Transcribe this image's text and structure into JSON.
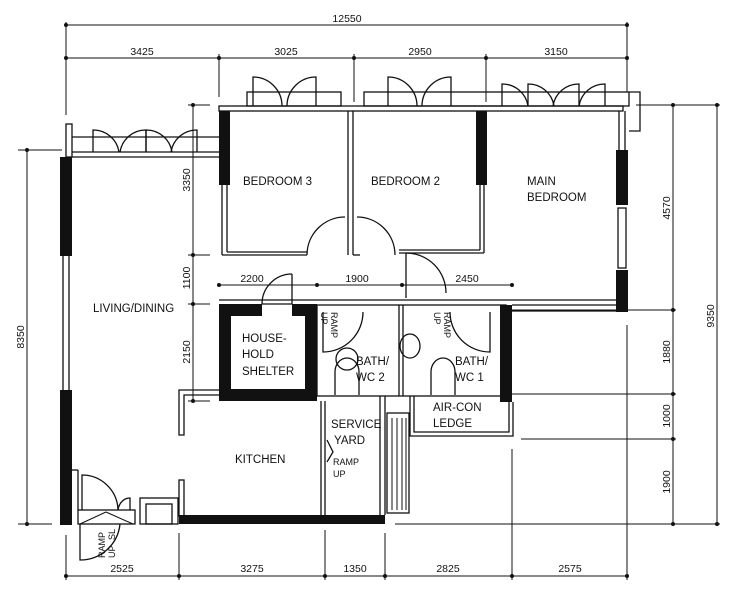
{
  "rooms": {
    "living_dining": "LIVING/DINING",
    "bedroom3": "BEDROOM 3",
    "bedroom2": "BEDROOM 2",
    "main_bedroom": [
      "MAIN",
      "BEDROOM"
    ],
    "household_shelter": [
      "HOUSE-",
      "HOLD",
      "SHELTER"
    ],
    "bath_wc2": [
      "BATH/",
      "WC 2"
    ],
    "bath_wc1": [
      "BATH/",
      "WC 1"
    ],
    "aircon_ledge": [
      "AIR-CON",
      "LEDGE"
    ],
    "service_yard": [
      "SERVICE",
      "YARD"
    ],
    "kitchen": "KITCHEN"
  },
  "annotations": {
    "ramp_up_service": [
      "RAMP",
      "UP"
    ],
    "ramp_up_bath2": [
      "RAMP",
      "UP"
    ],
    "ramp_up_bath1": [
      "RAMP",
      "UP"
    ],
    "ramp_up_entrance": [
      "RAMP",
      "UP",
      "SL"
    ]
  },
  "dimensions": {
    "overall_width": "12550",
    "top": [
      "3425",
      "3025",
      "2950",
      "3150"
    ],
    "middle": [
      "2200",
      "1900",
      "2450"
    ],
    "bottom": [
      "2525",
      "3275",
      "1350",
      "2825",
      "2575"
    ],
    "left_overall": "8350",
    "inner_vertical": [
      "3350",
      "1100",
      "2150"
    ],
    "right": [
      "4570",
      "1880",
      "1000",
      "1900"
    ],
    "right_overall": "9350"
  },
  "colors": {
    "line": "#111111",
    "background": "#ffffff"
  }
}
